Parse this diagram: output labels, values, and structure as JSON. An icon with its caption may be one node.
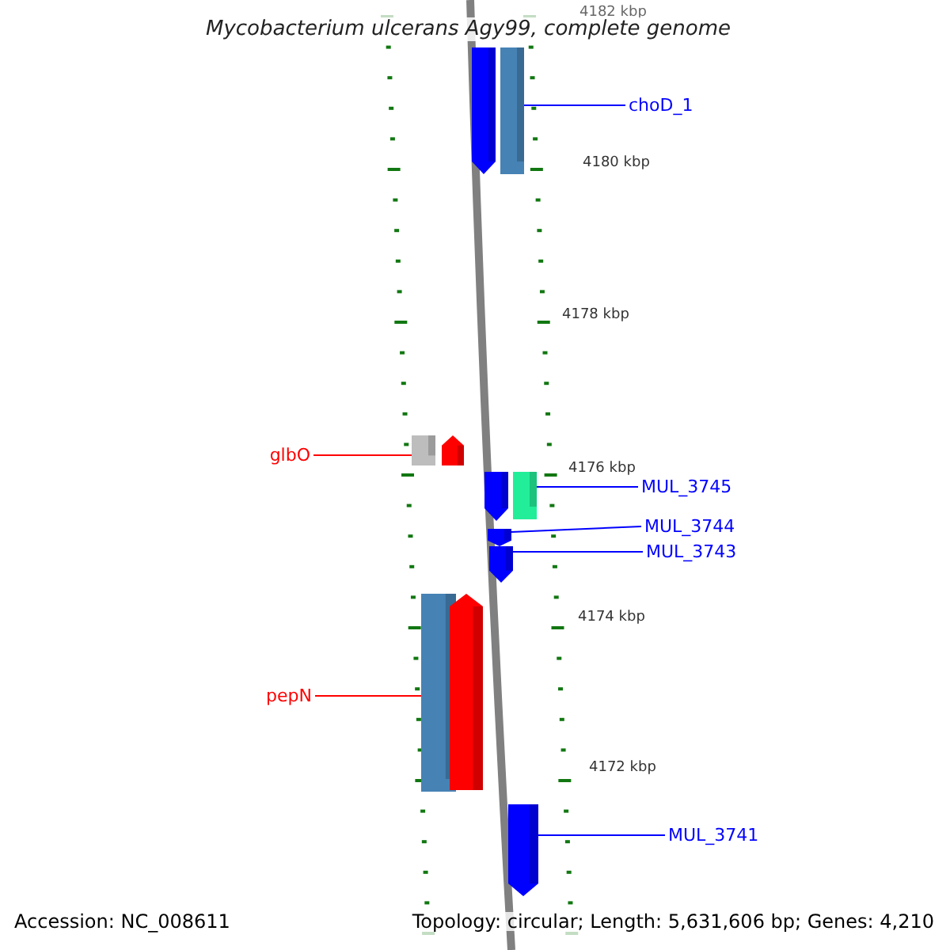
{
  "diagram": {
    "title": "Mycobacterium ulcerans Agy99, complete genome",
    "nodes": [
      {
        "text": [],
        "shape": "bar"
      },
      {
        "text": [],
        "shape": "bar"
      },
      {
        "text": [
          "choD_1"
        ]
      },
      {
        "text": [
          "glbO"
        ]
      },
      {
        "text": [],
        "shape": "bar"
      },
      {
        "text": [],
        "shape": "bar"
      },
      {
        "text": [],
        "shape": "bar"
      },
      {
        "text": [],
        "shape": "bar"
      },
      {
        "text": [
          "MUL_3745"
        ]
      },
      {
        "text": [],
        "shape": "bar"
      },
      {
        "text": [
          "MUL_3744"
        ]
      },
      {
        "text": [],
        "shape": "bar"
      },
      {
        "text": [
          "MUL_3743"
        ]
      },
      {
        "text": [
          "pepN"
        ]
      },
      {
        "text": [],
        "shape": "bar"
      },
      {
        "text": [],
        "shape": "bar"
      },
      {
        "text": [],
        "shape": "bar"
      },
      {
        "text": [
          "MUL_3741"
        ]
      }
    ],
    "edges": [
      {
        "from": 2,
        "to": 1,
        "arrow": "none"
      },
      {
        "from": 3,
        "to": 4,
        "arrow": "none",
        "color": "#ff0000"
      },
      {
        "from": 8,
        "to": 7,
        "arrow": "none"
      },
      {
        "from": 10,
        "to": 9,
        "arrow": "none"
      },
      {
        "from": 12,
        "to": 11,
        "arrow": "none"
      },
      {
        "from": 13,
        "to": 14,
        "arrow": "none",
        "color": "#ff0000"
      },
      {
        "from": 17,
        "to": 16,
        "arrow": "none"
      }
    ],
    "labels": [
      "4182 kbp",
      "4180 kbp",
      "4178 kbp",
      "4176 kbp",
      "4174 kbp",
      "4172 kbp",
      "Accession: NC_008611",
      "Topology: circular; Length: 5,631,606 bp; Genes: 4,210"
    ]
  }
}
